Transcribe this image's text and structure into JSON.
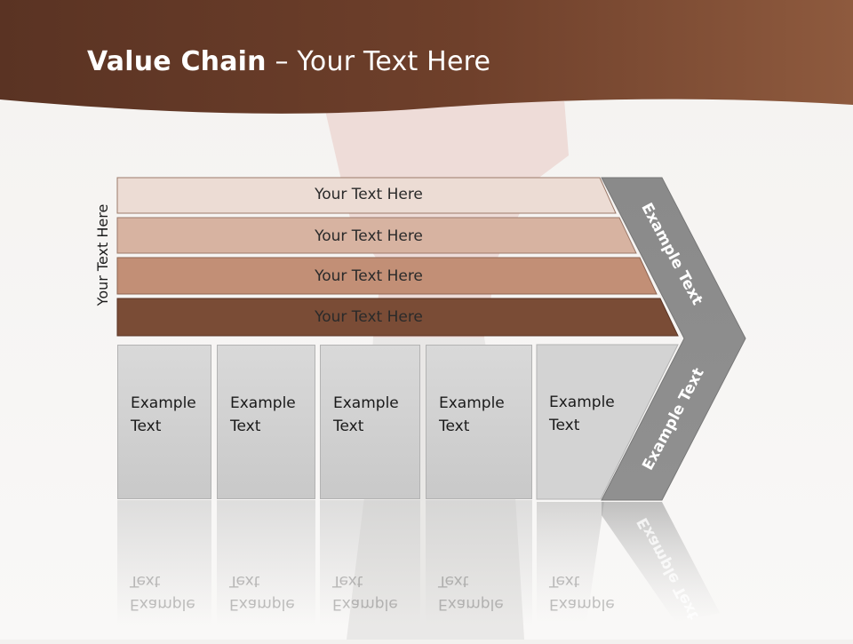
{
  "slide": {
    "title_bold": "Value Chain",
    "title_rest": " – Your Text Here",
    "vertical_label": "Your Text Here",
    "bands": [
      {
        "label": "Your Text Here",
        "color": "#ecdcd4"
      },
      {
        "label": "Your Text Here",
        "color": "#d7b3a1"
      },
      {
        "label": "Your Text Here",
        "color": "#c28f76"
      },
      {
        "label": "Your Text Here",
        "color": "#7a4c36"
      }
    ],
    "boxes": [
      {
        "label": "Example\nText"
      },
      {
        "label": "Example\nText"
      },
      {
        "label": "Example\nText"
      },
      {
        "label": "Example\nText"
      },
      {
        "label": "Example\nText"
      }
    ],
    "chevron_upper": "Example Text",
    "chevron_lower": "Example Text",
    "header_color": "#6b3e2b",
    "chevron_color": "#8c8c8c"
  }
}
